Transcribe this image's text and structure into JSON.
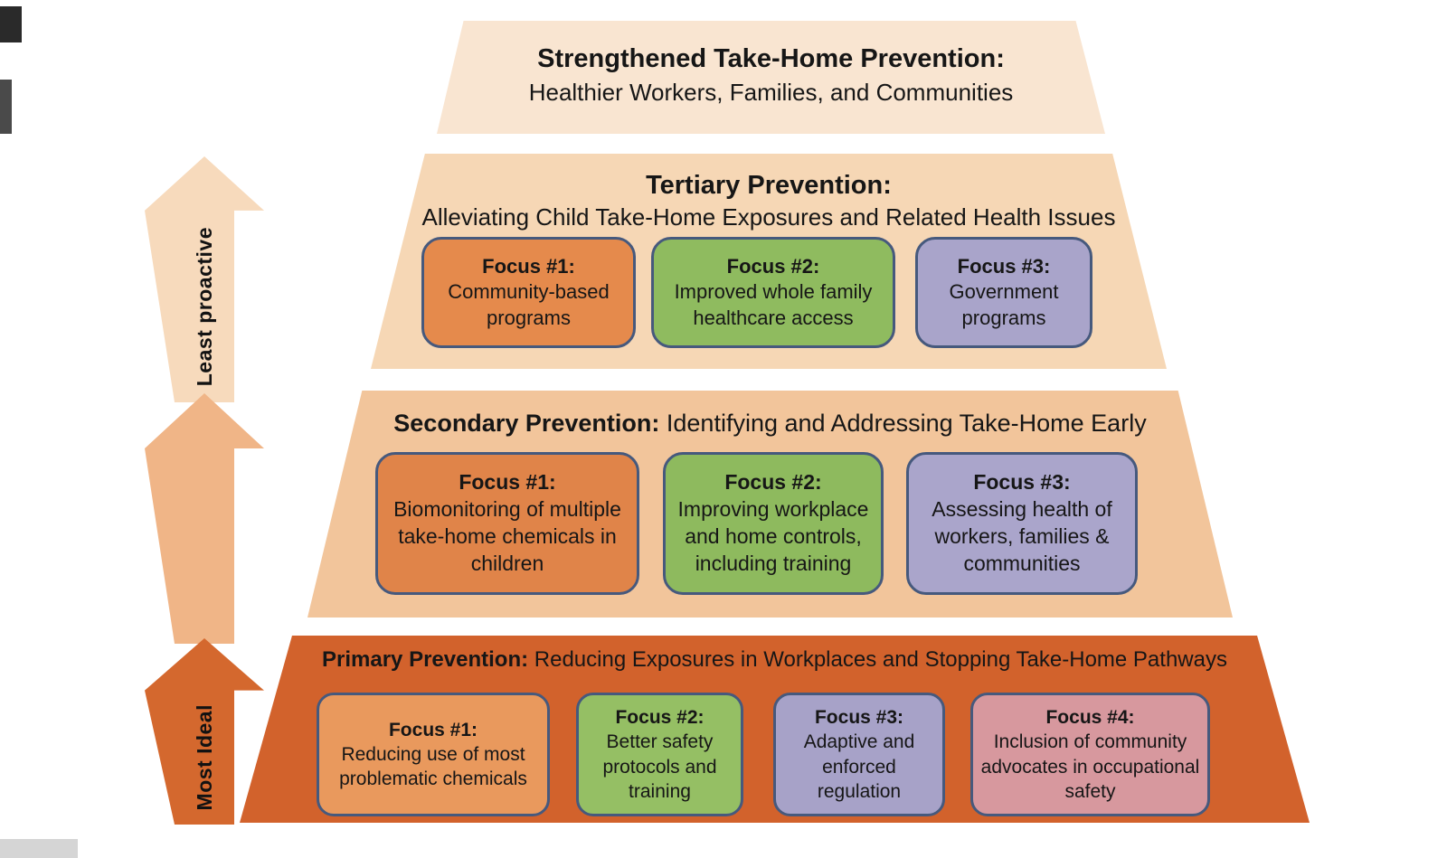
{
  "arrows": {
    "top": {
      "label": "Least proactive",
      "color": "#f7dabc"
    },
    "middle": {
      "color": "#f0b587"
    },
    "bottom": {
      "label": "Most Ideal",
      "color": "#d4682e"
    }
  },
  "pyramid": {
    "border_color": "#46597d",
    "text_color": "#161616",
    "tiers": [
      {
        "name": "strengthened-take-home-prevention",
        "title": "Strengthened Take-Home Prevention:",
        "subtitle": "Healthier Workers, Families, and Communities",
        "bg_color": "#f9e5d1",
        "focuses": []
      },
      {
        "name": "tertiary-prevention",
        "title": "Tertiary Prevention:",
        "subtitle": "Alleviating Child Take-Home Exposures and Related Health Issues",
        "bg_color": "#f6d7b5",
        "focuses": [
          {
            "label": "Focus #1:",
            "text": "Community-based programs",
            "fill_color": "#e58a4c"
          },
          {
            "label": "Focus #2:",
            "text": "Improved whole family healthcare access",
            "fill_color": "#8fbb5f"
          },
          {
            "label": "Focus #3:",
            "text": "Government programs",
            "fill_color": "#a9a4ca"
          }
        ]
      },
      {
        "name": "secondary-prevention",
        "title": "Secondary Prevention:",
        "subtitle": "Identifying and Addressing Take-Home Early",
        "bg_color": "#f2c59b",
        "focuses": [
          {
            "label": "Focus #1:",
            "text": "Biomonitoring of multiple take-home chemicals in children",
            "fill_color": "#e08449"
          },
          {
            "label": "Focus #2:",
            "text": "Improving workplace and home controls, including training",
            "fill_color": "#8eba5e"
          },
          {
            "label": "Focus #3:",
            "text": "Assessing health of workers, families & communities",
            "fill_color": "#aaa5cb"
          }
        ]
      },
      {
        "name": "primary-prevention",
        "title": "Primary Prevention:",
        "subtitle": "Reducing Exposures in Workplaces and Stopping Take-Home Pathways",
        "bg_color": "#d2622c",
        "focuses": [
          {
            "label": "Focus #1:",
            "text": "Reducing use of most problematic chemicals",
            "fill_color": "#e9995d"
          },
          {
            "label": "Focus #2:",
            "text": "Better safety protocols and training",
            "fill_color": "#95bf64"
          },
          {
            "label": "Focus #3:",
            "text": "Adaptive and enforced regulation",
            "fill_color": "#a7a2c8"
          },
          {
            "label": "Focus #4:",
            "text": "Inclusion of community advocates in occupational safety",
            "fill_color": "#d7989e"
          }
        ]
      }
    ]
  }
}
